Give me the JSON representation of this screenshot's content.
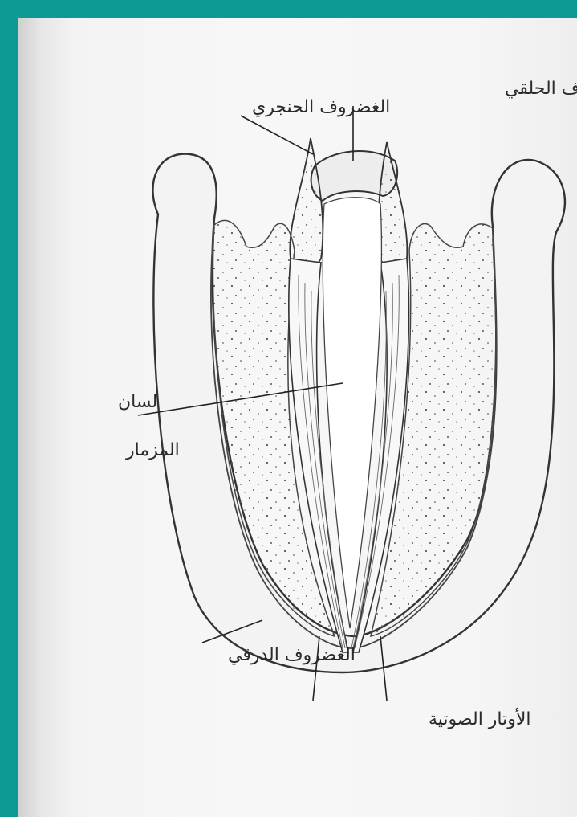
{
  "labels": {
    "cricoid_cartilage": "الغضروف الحلقي",
    "arytenoid_cartilage": "الغضروف الحنجري",
    "glottis_line1": "لسان",
    "glottis_line2": "المزمار",
    "thyroid_cartilage": "الغضروف الدرقي",
    "vocal_cords": "الأوتار الصوتية"
  },
  "colors": {
    "border": "#0d9a93",
    "paper": "#f5f5f5",
    "ink": "#2a2a2a"
  }
}
